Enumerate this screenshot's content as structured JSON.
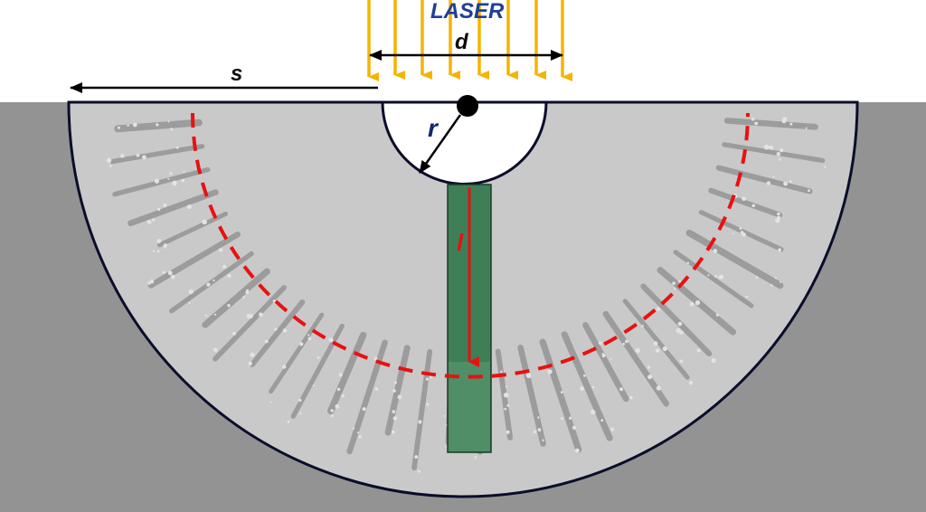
{
  "labels": {
    "laser": "LASER",
    "d": "d",
    "s": "s",
    "r": "r",
    "l": "l"
  },
  "colors": {
    "background": "#ffffff",
    "substrate": "#939393",
    "ablated_zone": "#c9c9c9",
    "outline": "#0a0d2a",
    "laser_arrows": "#f5b400",
    "laser_text": "#1f3f95",
    "dimension_text": "#0c0c0c",
    "r_label": "#0f2a66",
    "sample_strip": "#3e7f58",
    "sample_strip_edge": "#1a3c24",
    "boundary_dash": "#e8120f",
    "l_label": "#e8120f",
    "particle": "#dedede"
  },
  "icons": {
    "laser_beam": "down-arrow-icon",
    "fiber_core": "filled-circle-icon"
  }
}
